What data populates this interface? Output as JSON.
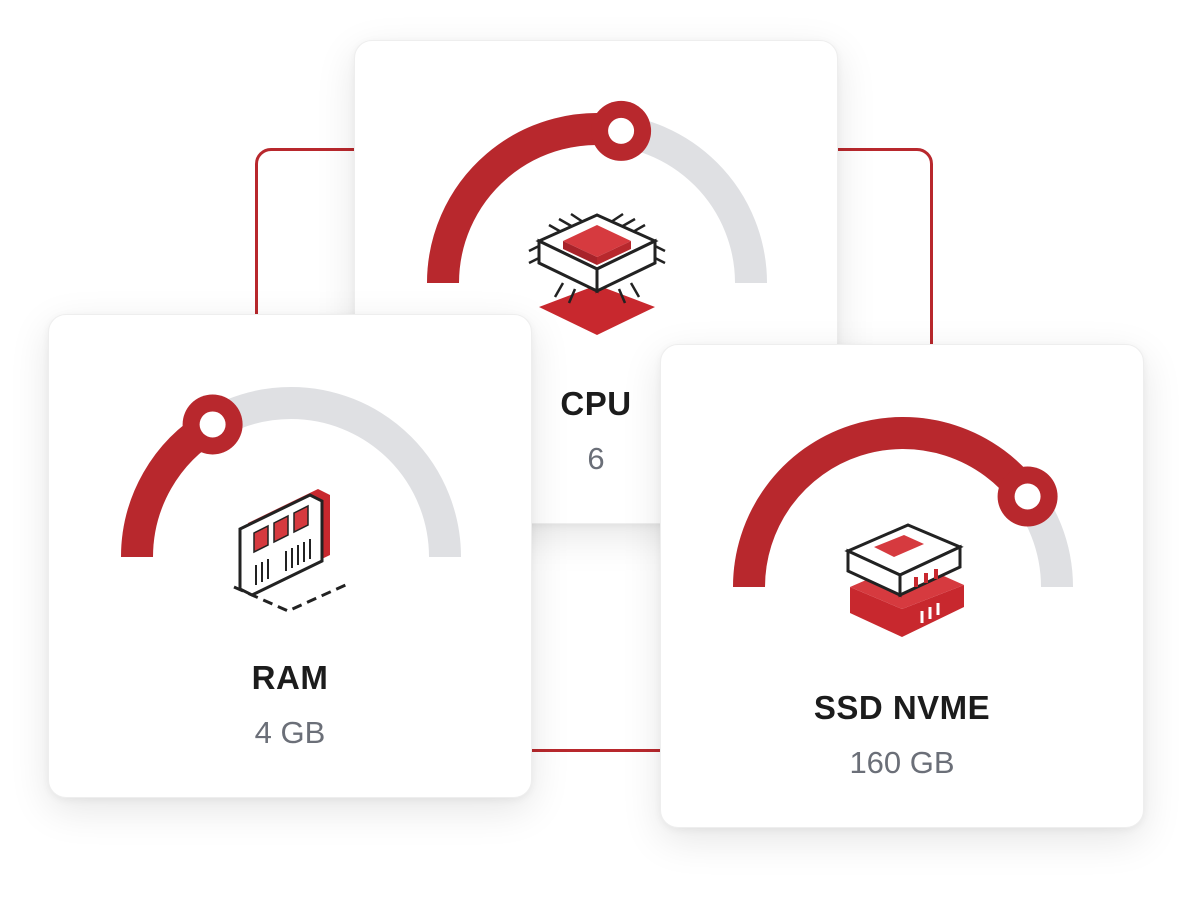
{
  "colors": {
    "accent": "#b8282d",
    "track": "#dfe0e3",
    "title": "#1c1c1c",
    "value": "#6b6f78"
  },
  "cards": [
    {
      "id": "cpu",
      "title": "CPU",
      "value": "6",
      "icon": "cpu-chip-icon",
      "gauge_fraction": 0.55
    },
    {
      "id": "ram",
      "title": "RAM",
      "value": "4 GB",
      "icon": "ram-module-icon",
      "gauge_fraction": 0.33
    },
    {
      "id": "ssd",
      "title": "SSD NVME",
      "value": "160 GB",
      "icon": "ssd-drive-icon",
      "gauge_fraction": 0.8
    }
  ]
}
